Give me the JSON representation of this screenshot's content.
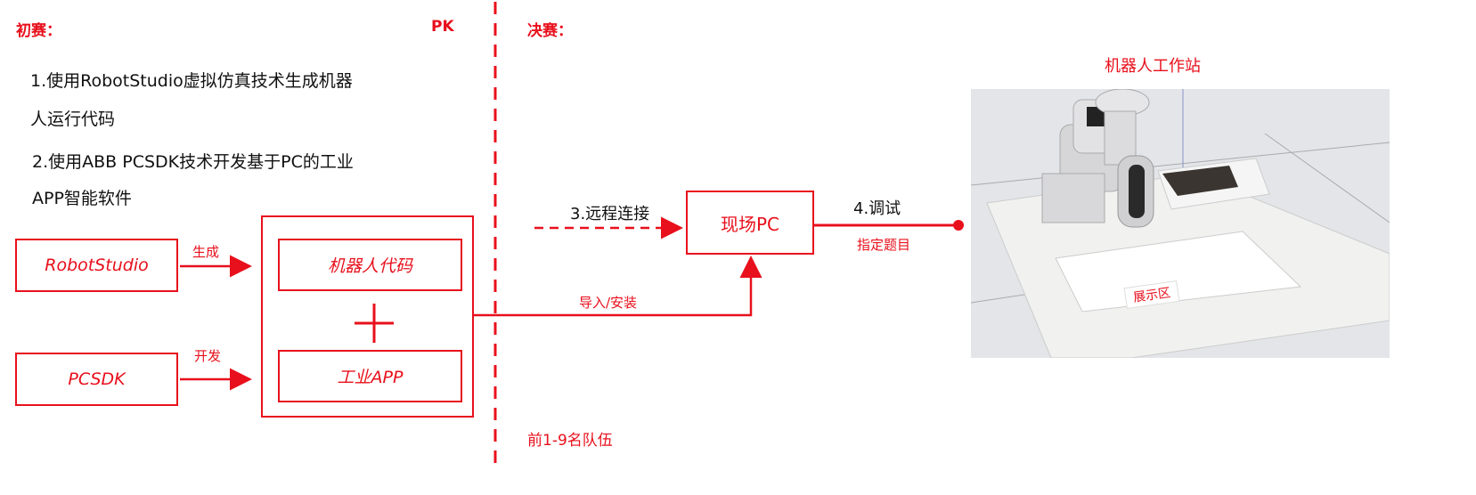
{
  "prelim": {
    "title": "初赛：",
    "pk": "PK",
    "item1_line1": "1.使用RobotStudio虚拟仿真技术生成机器",
    "item1_line2": "人运行代码",
    "item2_line1": "2.使用ABB PCSDK技术开发基于PC的工业",
    "item2_line2": "APP智能软件"
  },
  "final": {
    "title": "决赛：",
    "qualifier": "前1-9名队伍"
  },
  "nodes": {
    "robotstudio": "RobotStudio",
    "pcsdk": "PCSDK",
    "robot_code": "机器人代码",
    "plus": "+",
    "industrial_app": "工业APP",
    "site_pc": "现场PC"
  },
  "edges": {
    "generate": "生成",
    "develop": "开发",
    "import_install": "导入/安装",
    "remote_connect": "3.远程连接",
    "debug": "4.调试",
    "assigned_task": "指定题目"
  },
  "workstation": {
    "title": "机器人工作站",
    "display_area": "展示区"
  },
  "colors": {
    "accent": "#e8101c"
  }
}
